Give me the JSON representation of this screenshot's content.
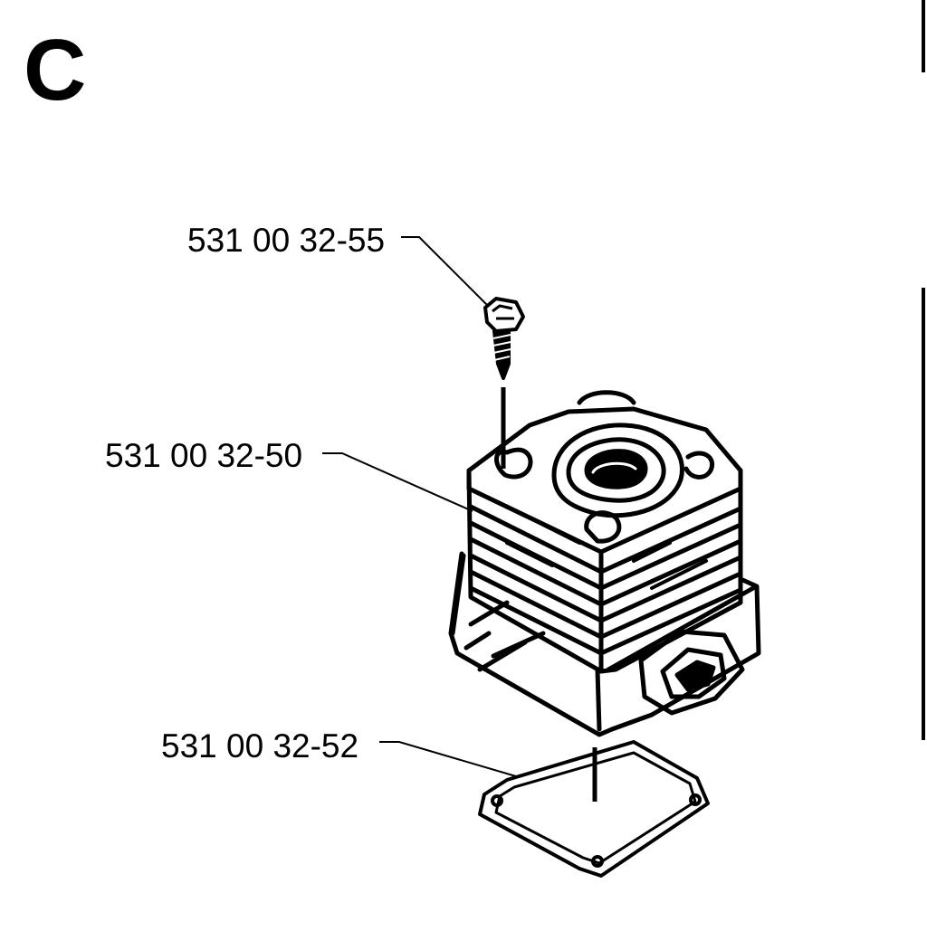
{
  "section": {
    "letter": "C"
  },
  "parts": [
    {
      "id": "screw",
      "number": "531 00 32-55"
    },
    {
      "id": "cylinder",
      "number": "531 00 32-50"
    },
    {
      "id": "gasket",
      "number": "531 00 32-52"
    }
  ],
  "colors": {
    "line": "#000000",
    "background": "#ffffff"
  }
}
